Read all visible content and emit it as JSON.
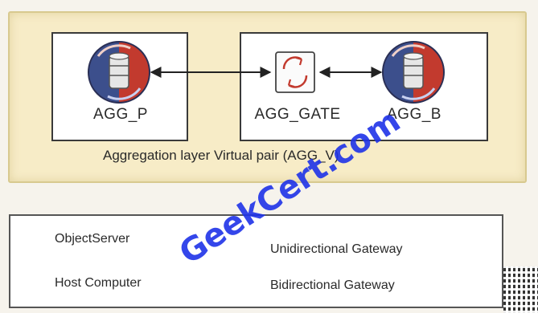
{
  "layer": {
    "label": "Aggregation layer Virtual pair (AGG_V)"
  },
  "nodes": {
    "agg_p": "AGG_P",
    "agg_gate": "AGG_GATE",
    "agg_b": "AGG_B"
  },
  "legend": {
    "object_server": "ObjectServer",
    "host_computer": "Host Computer",
    "unidirectional_gateway": "Unidirectional Gateway",
    "bidirectional_gateway": "Bidirectional Gateway"
  },
  "watermark": "GeekCert.com",
  "colors": {
    "layer_fill": "#f7ecc7",
    "objectserver_blue": "#3c4f8c",
    "objectserver_red": "#c23a2e",
    "watermark_blue": "#1f33e8"
  }
}
